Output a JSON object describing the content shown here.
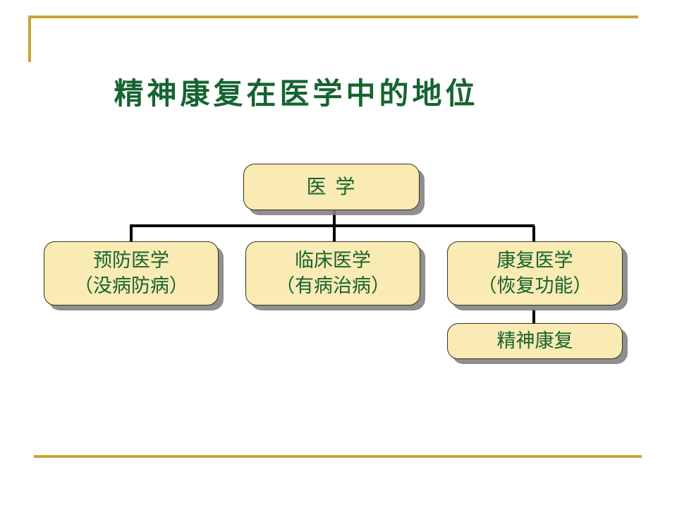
{
  "slide": {
    "title": "精神康复在医学中的地位",
    "title_color": "#15642f",
    "background_color": "#ffffff"
  },
  "decorations": {
    "rule_color": "#c8a438",
    "top_rule_name": "top-gold-rule",
    "left_rule_name": "left-gold-rule",
    "bottom_rule_name": "bottom-gold-rule"
  },
  "diagram": {
    "node_fill_color": "#faeab4",
    "node_border_color": "#3a3118",
    "node_text_color": "#15642f",
    "node_shadow_color": "#808080",
    "connector_color": "#000000",
    "nodes": [
      {
        "id": "medicine",
        "line1": "医  学",
        "line2": ""
      },
      {
        "id": "preventive",
        "line1": "预防医学",
        "line2": "（没病防病）"
      },
      {
        "id": "clinical",
        "line1": "临床医学",
        "line2": "（有病治病）"
      },
      {
        "id": "rehab",
        "line1": "康复医学",
        "line2": "（恢复功能）"
      },
      {
        "id": "mental",
        "line1": "精神康复",
        "line2": ""
      }
    ]
  }
}
